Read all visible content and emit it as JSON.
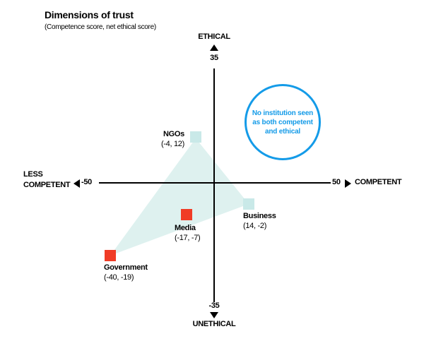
{
  "title": "Dimensions of trust",
  "subtitle": "(Competence score, net ethical score)",
  "axes": {
    "y_top_label": "ETHICAL",
    "y_max": "35",
    "y_min": "-35",
    "y_bottom_label": "UNETHICAL",
    "x_left_label": "LESS COMPETENT",
    "x_min": "-50",
    "x_max": "50",
    "x_right_label": "COMPETENT"
  },
  "annotation": {
    "lines": [
      "No institution seen",
      "as both competent",
      "and ethical"
    ]
  },
  "points": {
    "ngos": {
      "name": "NGOs",
      "coords": "(-4, 12)"
    },
    "business": {
      "name": "Business",
      "coords": "(14, -2)"
    },
    "media": {
      "name": "Media",
      "coords": "(-17, -7)"
    },
    "government": {
      "name": "Government",
      "coords": "(-40, -19)"
    }
  },
  "colors": {
    "teal_marker": "#c9e9e8",
    "red_marker": "#f03c26",
    "triangle_fill": "#def1ef",
    "annotation_blue": "#149be8",
    "axis_black": "#000000"
  },
  "chart_data": {
    "type": "scatter",
    "title": "Dimensions of trust",
    "subtitle": "(Competence score, net ethical score)",
    "x_axis": {
      "label_positive": "COMPETENT",
      "label_negative": "LESS COMPETENT",
      "min": -50,
      "max": 50
    },
    "y_axis": {
      "label_positive": "ETHICAL",
      "label_negative": "UNETHICAL",
      "min": -35,
      "max": 35
    },
    "grid": false,
    "legend": "none",
    "points": [
      {
        "label": "NGOs",
        "x": -4,
        "y": 12,
        "marker": "square",
        "color": "#c9e9e8"
      },
      {
        "label": "Business",
        "x": 14,
        "y": -2,
        "marker": "square",
        "color": "#c9e9e8"
      },
      {
        "label": "Media",
        "x": -17,
        "y": -7,
        "marker": "square",
        "color": "#f03c26"
      },
      {
        "label": "Government",
        "x": -40,
        "y": -19,
        "marker": "square",
        "color": "#f03c26"
      }
    ],
    "shapes": [
      {
        "type": "filled_triangle",
        "vertex_points": [
          "NGOs",
          "Government",
          "Business"
        ],
        "fill": "#def1ef"
      },
      {
        "type": "circle_annotation",
        "text": "No institution seen as both competent and ethical",
        "quadrant": "competent-ethical (top-right)",
        "stroke": "#149be8",
        "note": "circle is empty of data points"
      }
    ]
  }
}
